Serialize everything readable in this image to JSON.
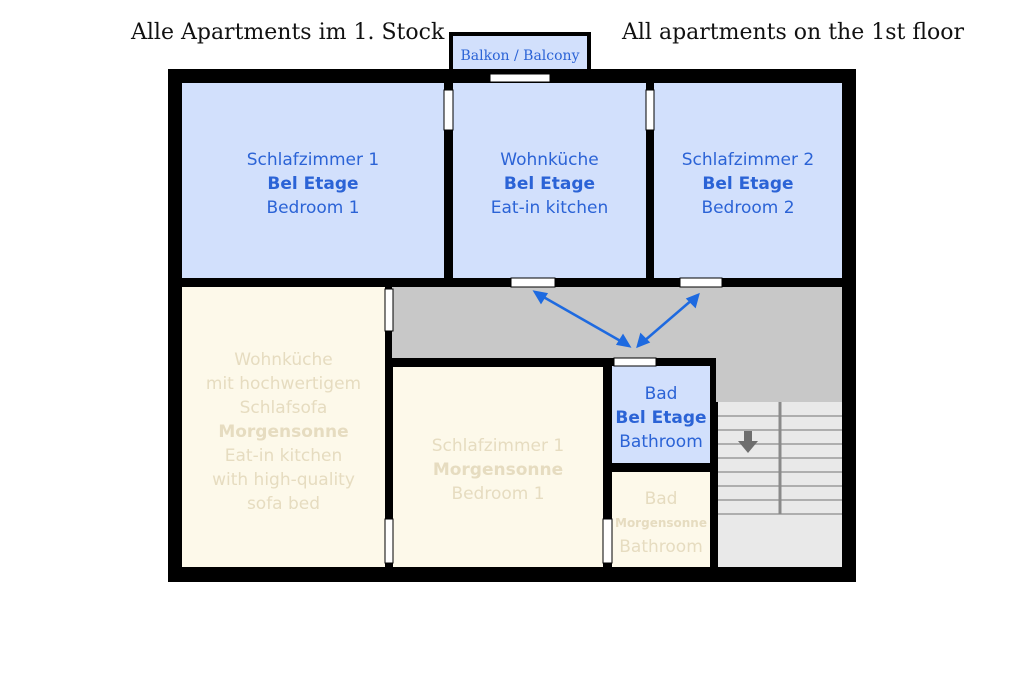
{
  "header": {
    "left": "Alle Apartments im 1. Stock",
    "right": "All apartments on the 1st floor"
  },
  "balcony": {
    "label": "Balkon / Balcony"
  },
  "rooms": {
    "bedroom1_bel": {
      "line1": "Schlafzimmer 1",
      "line2": "Bel Etage",
      "line3": "Bedroom 1"
    },
    "kitchen_bel": {
      "line1": "Wohnküche",
      "line2": "Bel Etage",
      "line3": "Eat-in kitchen"
    },
    "bedroom2_bel": {
      "line1": "Schlafzimmer 2",
      "line2": "Bel Etage",
      "line3": "Bedroom 2"
    },
    "kitchen_morgen": {
      "lines": [
        "Wohnküche",
        "mit hochwertigem",
        "Schlafsofa",
        "Morgensonne",
        "Eat-in kitchen",
        "with high-quality",
        "sofa bed"
      ]
    },
    "bedroom1_morgen": {
      "line1": "Schlafzimmer 1",
      "line2": "Morgensonne",
      "line3": "Bedroom 1"
    },
    "bath_bel": {
      "line1": "Bad",
      "line2": "Bel Etage",
      "line3": "Bathroom"
    },
    "bath_morgen": {
      "line1": "Bad",
      "line2": "Morgensonne",
      "line3": "Bathroom"
    }
  },
  "colors": {
    "bel_etage_room": "#d2e0fc",
    "morgensonne_room": "#fdf9ea",
    "hallway": "#c8c8c8",
    "stairs": "#e9e9e9",
    "wall": "#000000",
    "blue_text": "#2b63d6",
    "cream_text": "#e6dcc0",
    "arrow": "#1e6ae0"
  },
  "icons": {
    "stairs_direction": "down-arrow-icon"
  }
}
